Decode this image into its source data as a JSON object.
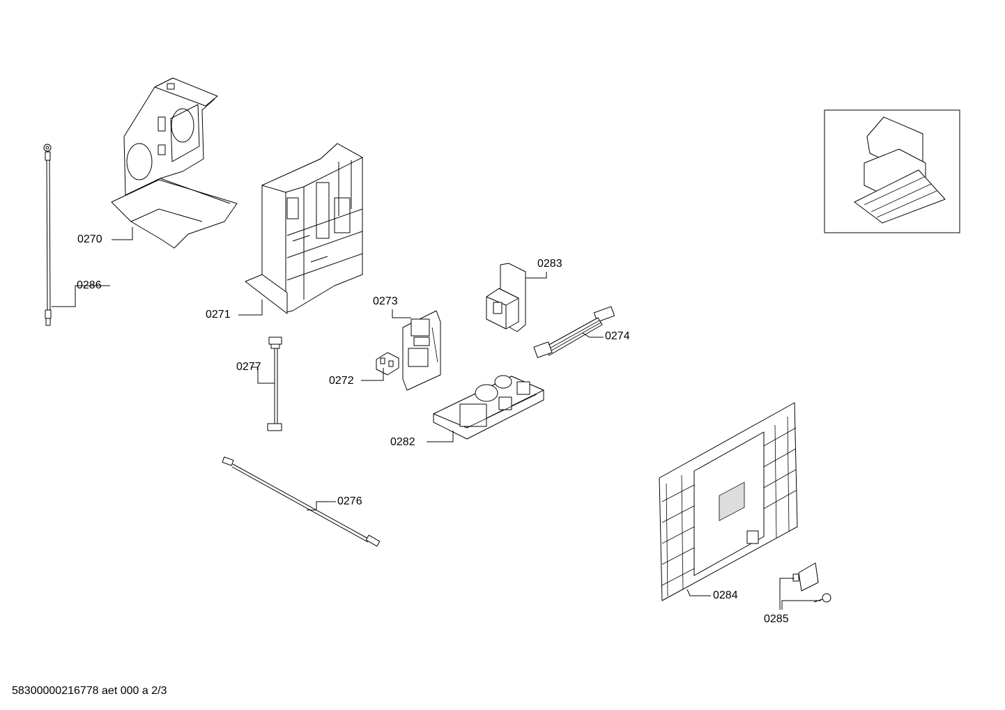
{
  "labels": {
    "p0270": "0270",
    "p0271": "0271",
    "p0272": "0272",
    "p0273": "0273",
    "p0274": "0274",
    "p0276": "0276",
    "p0277": "0277",
    "p0282": "0282",
    "p0283": "0283",
    "p0284": "0284",
    "p0285": "0285",
    "p0286": "0286"
  },
  "footer": "58300000216778 aet 000 a 2/3"
}
